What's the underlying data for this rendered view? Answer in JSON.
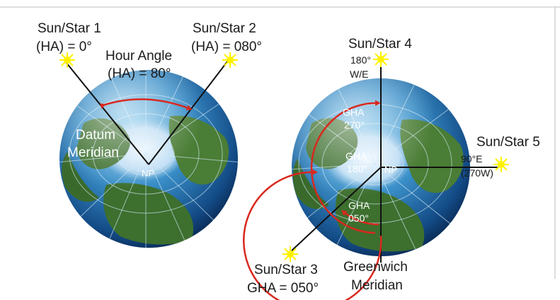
{
  "left_globe": {
    "star1": {
      "line1": "Sun/Star 1",
      "line2": "(HA) = 0°"
    },
    "star2": {
      "line1": "Sun/Star 2",
      "line2": "(HA) = 080°"
    },
    "hour_angle": {
      "line1": "Hour Angle",
      "line2": "(HA) = 80°"
    },
    "datum": {
      "line1": "Datum",
      "line2": "Meridian"
    },
    "pole": "NP"
  },
  "right_globe": {
    "star4": {
      "line1": "Sun/Star 4",
      "deg": "180°",
      "dir": "W/E"
    },
    "star5": {
      "line1": "Sun/Star 5",
      "deg": "90°E",
      "dir": "(270W)"
    },
    "star3": {
      "line1": "Sun/Star 3",
      "line2": "GHA = 050°"
    },
    "greenwich": {
      "line1": "Greenwich",
      "line2": "Meridian"
    },
    "gha270": {
      "line1": "GHA",
      "line2": "270°"
    },
    "gha180": {
      "line1": "GHA",
      "line2": "180°"
    },
    "gha050": {
      "line1": "GHA",
      "line2": "050°"
    },
    "pole": "NP"
  },
  "colors": {
    "ocean_light": "#5fb0dc",
    "ocean_dark": "#0f3f78",
    "land": "#3d6f2e",
    "arc": "#d9281e",
    "star": "#fff200",
    "line": "#111111"
  }
}
